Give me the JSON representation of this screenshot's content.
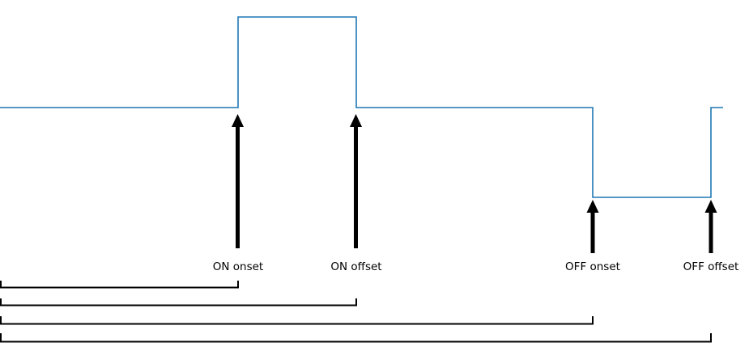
{
  "colors": {
    "stimulus_trace": "#1f77b4",
    "arrows": "#000000",
    "brackets": "#000000",
    "text": "#000000",
    "background": "#ffffff"
  },
  "events": [
    {
      "id": "on-onset",
      "label": "ON onset"
    },
    {
      "id": "on-offset",
      "label": "ON offset"
    },
    {
      "id": "off-onset",
      "label": "OFF onset"
    },
    {
      "id": "off-offset",
      "label": "OFF offset"
    }
  ]
}
